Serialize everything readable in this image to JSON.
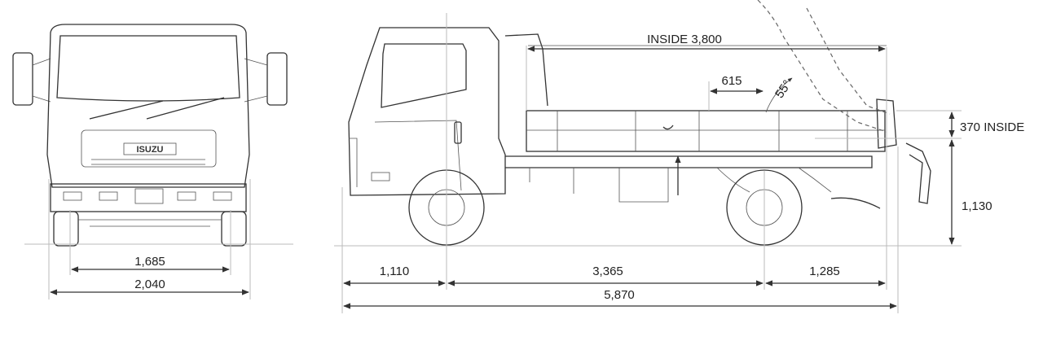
{
  "front_view": {
    "brand_badge": "ISUZU",
    "dim_track": "1,685",
    "dim_overall_width": "2,040"
  },
  "side_view": {
    "dim_inside_length": "INSIDE 3,800",
    "dim_gate": "615",
    "tip_angle": "55°",
    "dim_inside_height": "370 INSIDE",
    "dim_floor_height": "1,130",
    "dim_front_overhang": "1,110",
    "dim_wheelbase": "3,365",
    "dim_rear_overhang": "1,285",
    "dim_overall_length": "5,870"
  }
}
